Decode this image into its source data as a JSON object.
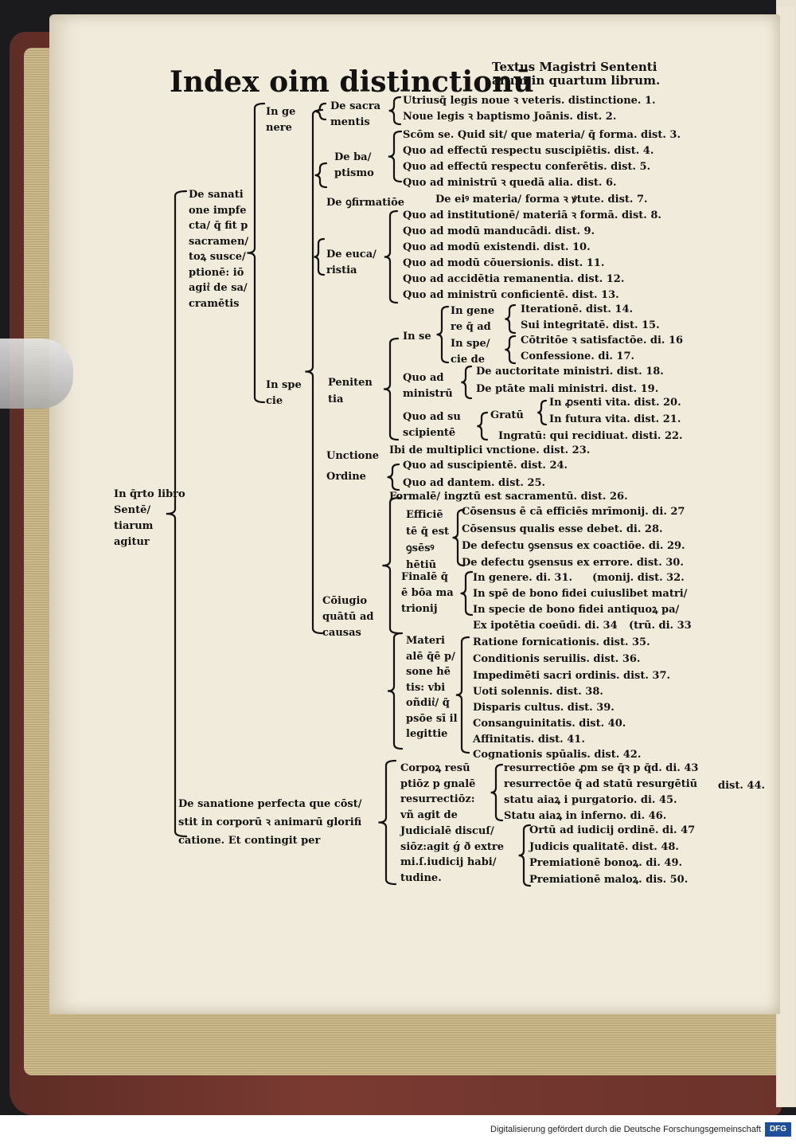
{
  "page": {
    "title": "Index oim distinctionū",
    "subtitle_lines": [
      "Textus Magistri Sententi",
      "arum in quartum librum."
    ],
    "footer_text": "Digitalisierung gefördert durch die Deutsche Forschungsgemeinschaft",
    "footer_logo": "DFG"
  },
  "colors": {
    "ink": "#141210",
    "paper": "#f1ebdc",
    "binding": "#6b332b",
    "dfg_blue": "#1f4e9a"
  },
  "labels": {
    "root": [
      "In q̄rto libro",
      "Sentē/",
      "tiarum",
      "agitur"
    ],
    "sanatione_imperfecta": [
      "De sanati",
      "one impfe",
      "cta/ q̄ fit p",
      "sacramen/",
      "toꝝ susce/",
      "ptionē: iō",
      "agit͛ de sa/",
      "cramētis"
    ],
    "in_genere": [
      "In ge",
      "nere"
    ],
    "de_sacramentis": [
      "De sacra",
      "mentis"
    ],
    "in_specie": [
      "In spe",
      "cie"
    ],
    "de_baptismo": [
      "De ba/",
      "ptismo"
    ],
    "de_confirmatione": "De ꝯfirmatiōe",
    "de_eucaristia": [
      "De euca/",
      "ristia"
    ],
    "penitentia": [
      "Peniten",
      "tia"
    ],
    "in_se": "In se",
    "in_genere_q_ad": [
      "In gene",
      "re q̄ ad"
    ],
    "in_specie_de": [
      "In spe/",
      "cie de"
    ],
    "quo_ad_ministrum": [
      "Quo ad",
      "ministrū"
    ],
    "quo_ad_suscipientem": [
      "Quo ad su",
      "scipientē"
    ],
    "gratum": "Gratū",
    "unctione": "Unctione",
    "ordine": "Ordine",
    "coniugio": [
      "Cōiugio",
      "quātū ad",
      "causas"
    ],
    "efficientem": [
      "Efficiē",
      "tē q̄ est",
      "ꝯsēsꝰ",
      "hētiū"
    ],
    "finalem": [
      "Finalē q̄",
      "ē bōa ma",
      "trionij"
    ],
    "materialem": [
      "Materi",
      "alē q̄ē p/",
      "sone hē",
      "tis: vbi",
      "oñdit͛/ q̄",
      "psōe sī il",
      "legittie"
    ],
    "sanatione_perfecta": [
      "De sanatione perfecta que cōst/",
      "stit in corporū ꝛ animarū glorifi",
      "catione. Et contingit per"
    ],
    "corporum_resurrectionem": [
      "Corpoꝝ resū",
      "ptiōz p gnalē",
      "resurrectiōz:",
      "vñ agit de"
    ],
    "judicialem": [
      "Judicialē discuſ/",
      "siōz:agit ǵ ð extre",
      "mi.ſ.iudicij habi/",
      "tudine."
    ]
  },
  "entries": [
    "Utriusq̄ legis noue ꝛ veteris. distinctione. 1.",
    "Noue legis ꝛ baptismo Joānis. dist. 2.",
    "Scōm se. Quid sit/ que materia/ q̄ forma. dist. 3.",
    "Quo ad effectū respectu suscipiētis. dist. 4.",
    "Quo ad effectū respectu conferētis. dist. 5.",
    "Quo ad ministrū ꝛ quedā alia. dist. 6.",
    "De eiꝰ materia/ forma ꝛ ꝟtute. dist. 7.",
    "Quo ad institutionē/ materiā ꝛ formā. dist. 8.",
    "Quo ad modū manducādi. dist. 9.",
    "Quo ad modū existendi. dist. 10.",
    "Quo ad modū cōuersionis. dist. 11.",
    "Quo ad accidētia remanentia. dist. 12.",
    "Quo ad ministrū conficientē. dist. 13.",
    "Iterationē. dist. 14.",
    "Sui integritatē. dist. 15.",
    "Cōtritōe ꝛ satisfactōe. di. 16",
    "Confessione. di. 17.",
    "De auctoritate ministri. dist. 18.",
    "De ptāte mali ministri. dist. 19.",
    "In ꝓsenti vita. dist. 20.",
    "In futura vita. dist. 21.",
    "Ingratū: qui recidiuat. disti. 22.",
    "Ibi de multiplici vnctione. dist. 23.",
    "Quo ad suscipientē. dist. 24.",
    "Quo ad dantem. dist. 25.",
    "Formalē/ ingztū est sacramentū. dist. 26.",
    "Cōsensus ē cā efficiēs mrīmonij. di. 27",
    "Cōsensus qualis esse debet. di. 28.",
    "De defectu ꝯsensus ex coactiōe. di. 29.",
    "De defectu ꝯsensus ex errore. dist. 30.",
    "In genere. di. 31.",
    "(monij. dist. 32.",
    "In spē de bono fidei cuiuslibet matri/",
    "In specie de bono fidei antiquoꝝ pa/",
    "Ex ipotētia coeūdi. di. 34",
    "(trū. di. 33",
    "Ratione fornicationis. dist. 35.",
    "Conditionis seruilis. dist. 36.",
    "Impedimēti sacri ordinis. dist. 37.",
    "Uoti solennis. dist. 38.",
    "Disparis cultus. dist. 39.",
    "Consanguinitatis. dist. 40.",
    "Affinitatis. dist. 41.",
    "Cognationis spūalis. dist. 42.",
    "resurrectiōe ꝓm se q̄ꝛ p q̄d. di. 43",
    "resurrectōe q̄ ad statū resurgētiū",
    "dist. 44.",
    "statu aiaꝝ i purgatorio. di. 45.",
    "Statu aiaꝝ in inferno. di. 46.",
    "Ortū ad iudicij ordinē. di. 47",
    "Judicis qualitatē. dist. 48.",
    "Premiationē bonoꝝ. di. 49.",
    "Premiationē maloꝝ. dis. 50."
  ]
}
